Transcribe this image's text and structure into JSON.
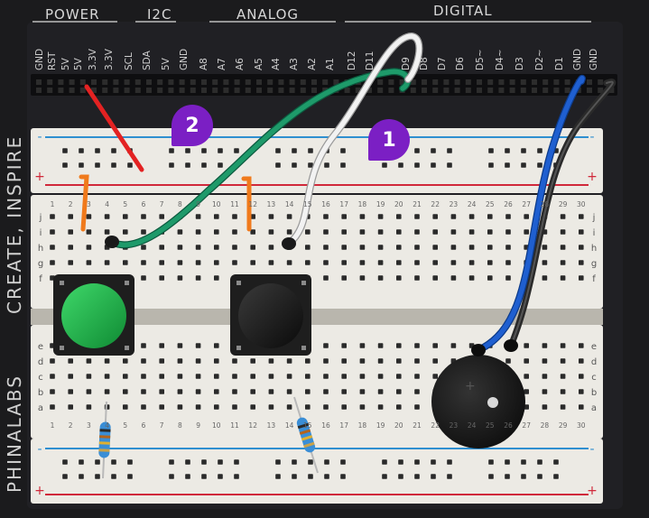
{
  "headers": {
    "power": "POWER",
    "i2c": "I2C",
    "analog": "ANALOG",
    "digital": "DIGITAL"
  },
  "pin_labels": [
    "GND",
    "RST",
    "5V",
    "5V",
    "3.3V",
    "3.3V",
    "SCL",
    "SDA",
    "5V",
    "GND",
    "A8",
    "A7",
    "A6",
    "A5",
    "A4",
    "A3",
    "A2",
    "A1",
    "D12",
    "D11",
    "",
    "D9",
    "D8",
    "D7",
    "D6",
    "D5~",
    "D4~",
    "D3",
    "D2~",
    "D1",
    "GND",
    "GND"
  ],
  "side_text": {
    "top": "CREATE, INSPIRE",
    "bottom": "PHINALABS"
  },
  "markers": {
    "one": "1",
    "two": "2"
  },
  "breadboard": {
    "plus": "+",
    "minus": "-",
    "upper_rows": [
      "j",
      "i",
      "h",
      "g",
      "f"
    ],
    "lower_rows": [
      "e",
      "d",
      "c",
      "b",
      "a"
    ],
    "column_numbers": [
      "1",
      "2",
      "3",
      "4",
      "5",
      "6",
      "7",
      "8",
      "9",
      "10",
      "11",
      "12",
      "13",
      "14",
      "15",
      "16",
      "17",
      "18",
      "19",
      "20",
      "21",
      "22",
      "23",
      "24",
      "25",
      "26",
      "27",
      "28",
      "29",
      "30"
    ]
  },
  "colors": {
    "board_bg": "#1b1b1d",
    "breadboard": "#eceae4",
    "rail_red": "#d0283a",
    "rail_blue": "#2f8fd0",
    "wire_red": "#e32222",
    "wire_green": "#1e9a6a",
    "wire_white": "#f2f2f2",
    "wire_blue": "#1f5fd0",
    "wire_black": "#2a2a2a",
    "jumper_orange": "#f07a1c",
    "button_green": "#1cb446",
    "button_black": "#141414",
    "buzzer": "#151515",
    "marker": "#7b1fc4"
  }
}
